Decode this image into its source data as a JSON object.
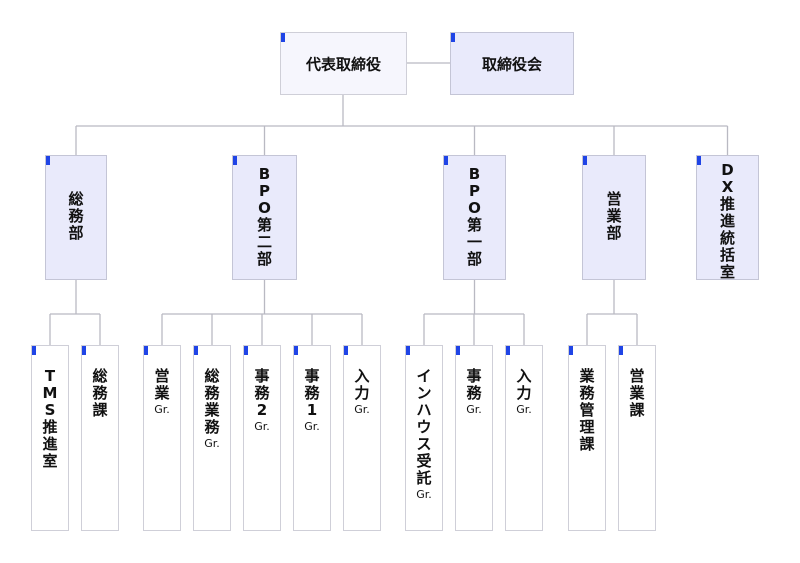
{
  "top": {
    "ceo": "代表取締役",
    "board": "取締役会"
  },
  "departments": [
    {
      "id": "soumu",
      "name": "総務部"
    },
    {
      "id": "bpo2",
      "name": "BPO第二部"
    },
    {
      "id": "bpo1",
      "name": "BPO第一部"
    },
    {
      "id": "eigyo",
      "name": "営業部"
    },
    {
      "id": "dx",
      "name": "DX推進統括室"
    }
  ],
  "sections": [
    {
      "id": "tms",
      "name": "TMS推進室",
      "gr": ""
    },
    {
      "id": "soumuka",
      "name": "総務課",
      "gr": ""
    },
    {
      "id": "eigyo-gr",
      "name": "営業",
      "gr": "Gr."
    },
    {
      "id": "soumugyomu-gr",
      "name": "総務業務",
      "gr": "Gr."
    },
    {
      "id": "jimu2-gr",
      "name": "事務2",
      "gr": "Gr."
    },
    {
      "id": "jimu1-gr",
      "name": "事務1",
      "gr": "Gr."
    },
    {
      "id": "nyuryoku2-gr",
      "name": "入力",
      "gr": "Gr."
    },
    {
      "id": "inhouse-gr",
      "name": "インハウス受託",
      "gr": "Gr."
    },
    {
      "id": "jimu-gr",
      "name": "事務",
      "gr": "Gr."
    },
    {
      "id": "nyuryoku1-gr",
      "name": "入力",
      "gr": "Gr."
    },
    {
      "id": "gyomukanri",
      "name": "業務管理課",
      "gr": ""
    },
    {
      "id": "eigyoka",
      "name": "営業課",
      "gr": ""
    }
  ]
}
